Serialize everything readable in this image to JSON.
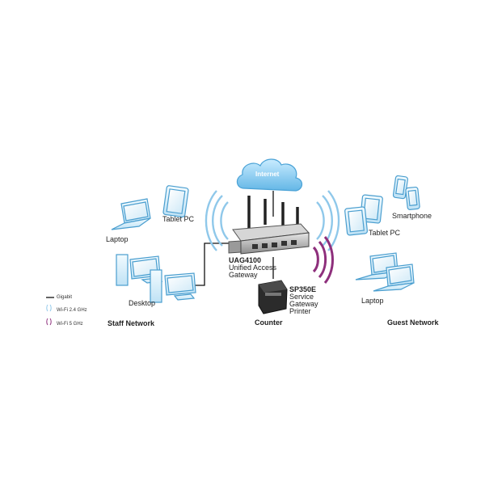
{
  "internet": {
    "label": "Internet"
  },
  "gateway": {
    "model": "UAG4100",
    "line1": "Unified Access",
    "line2": "Gateway"
  },
  "printer": {
    "model": "SP350E",
    "line1": "Service",
    "line2": "Gateway",
    "line3": "Printer"
  },
  "staff": {
    "network_label": "Staff Network",
    "laptop_label": "Laptop",
    "tablet_label": "Tablet PC",
    "desktop_label": "Desktop"
  },
  "counter": {
    "label": "Counter"
  },
  "guest": {
    "network_label": "Guest Network",
    "smartphone_label": "Smartphone",
    "tablet_label": "Tablet PC",
    "laptop_label": "Laptop"
  },
  "legend": {
    "gigabit": "Gigabit",
    "wifi24": "Wi-Fi 2.4 GHz",
    "wifi5": "Wi-Fi 5 GHz"
  },
  "colors": {
    "wifi24": "#5aa9d8",
    "wifi5": "#8e2f7c",
    "cloud": "#7fc3ea",
    "device_outline": "#4a9ecf"
  }
}
